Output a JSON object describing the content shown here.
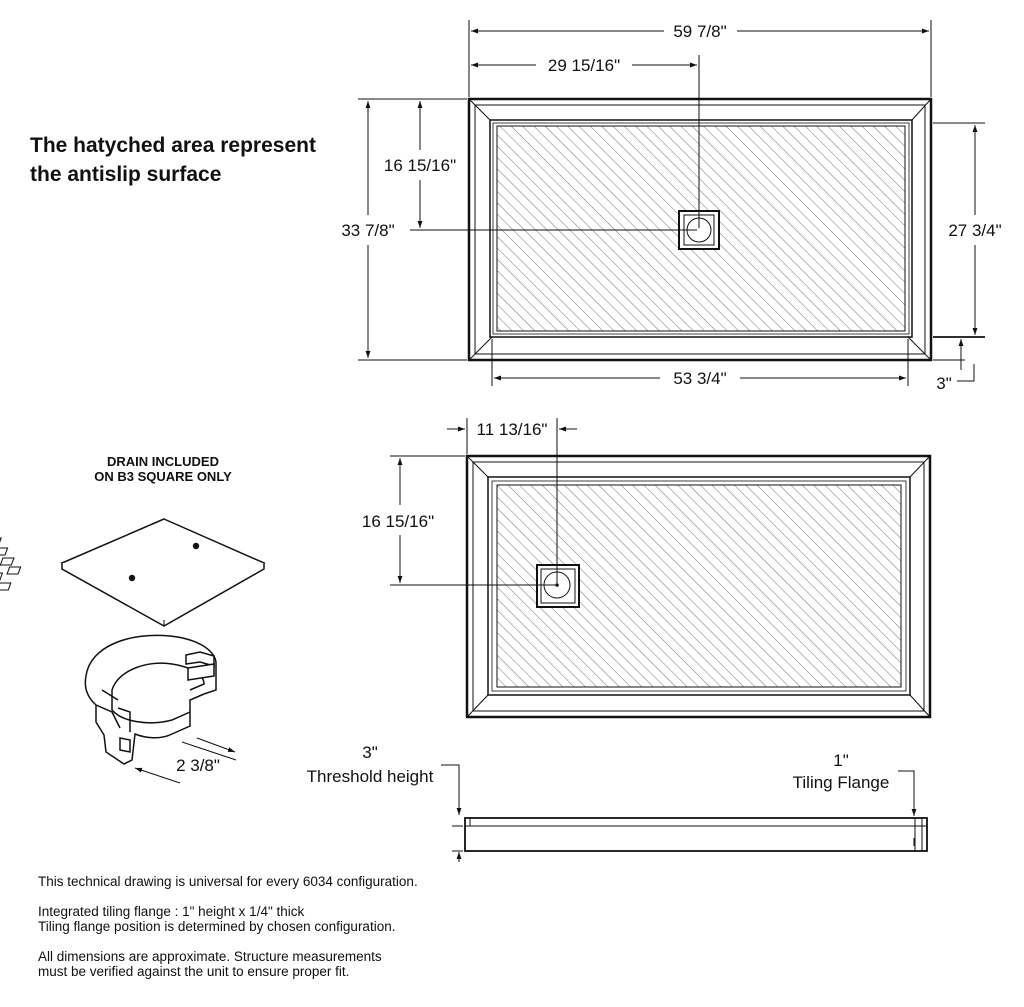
{
  "heading": {
    "line1": "The hatyched area represent",
    "line2": "the antislip surface"
  },
  "top_view": {
    "overall_width": "59 7/8\"",
    "drain_offset_x": "29 15/16\"",
    "drain_offset_y": "16 15/16\"",
    "overall_depth": "33 7/8\"",
    "inner_depth": "27 3/4\"",
    "inner_width": "53 3/4\"",
    "threshold_depth": "3\""
  },
  "second_view": {
    "drain_offset_x": "11 13/16\"",
    "drain_offset_y": "16 15/16\""
  },
  "drain": {
    "title_line1": "DRAIN INCLUDED",
    "title_line2": "ON B3 SQUARE ONLY",
    "body_height": "2 3/8\""
  },
  "side_view": {
    "threshold_value": "3\"",
    "threshold_label": "Threshold height",
    "flange_value": "1\"",
    "flange_label": "Tiling Flange"
  },
  "notes": {
    "line1": "This technical drawing is universal for every 6034 configuration.",
    "line2": "Integrated tiling flange : 1\" height x 1/4\" thick",
    "line3": "Tiling flange position is determined by chosen configuration.",
    "line4": "All dimensions are approximate. Structure measurements",
    "line5": "must be verified against the unit to ensure proper fit."
  }
}
